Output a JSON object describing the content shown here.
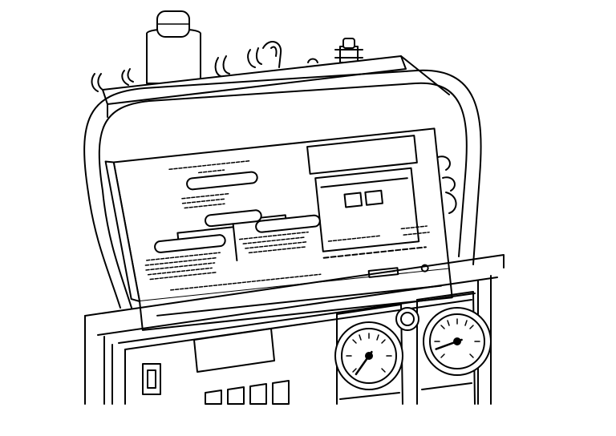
{
  "illustration": {
    "subject": "refrigerant-recovery-station-icon",
    "line_color": "#000000",
    "background_color": "#ffffff"
  },
  "gauges": [
    {
      "name": "low-side-gauge",
      "needle_angle_deg": 235
    },
    {
      "name": "high-side-gauge",
      "needle_angle_deg": 200
    }
  ],
  "front_panel": {
    "display": "blank-screen",
    "button_count": 4
  }
}
